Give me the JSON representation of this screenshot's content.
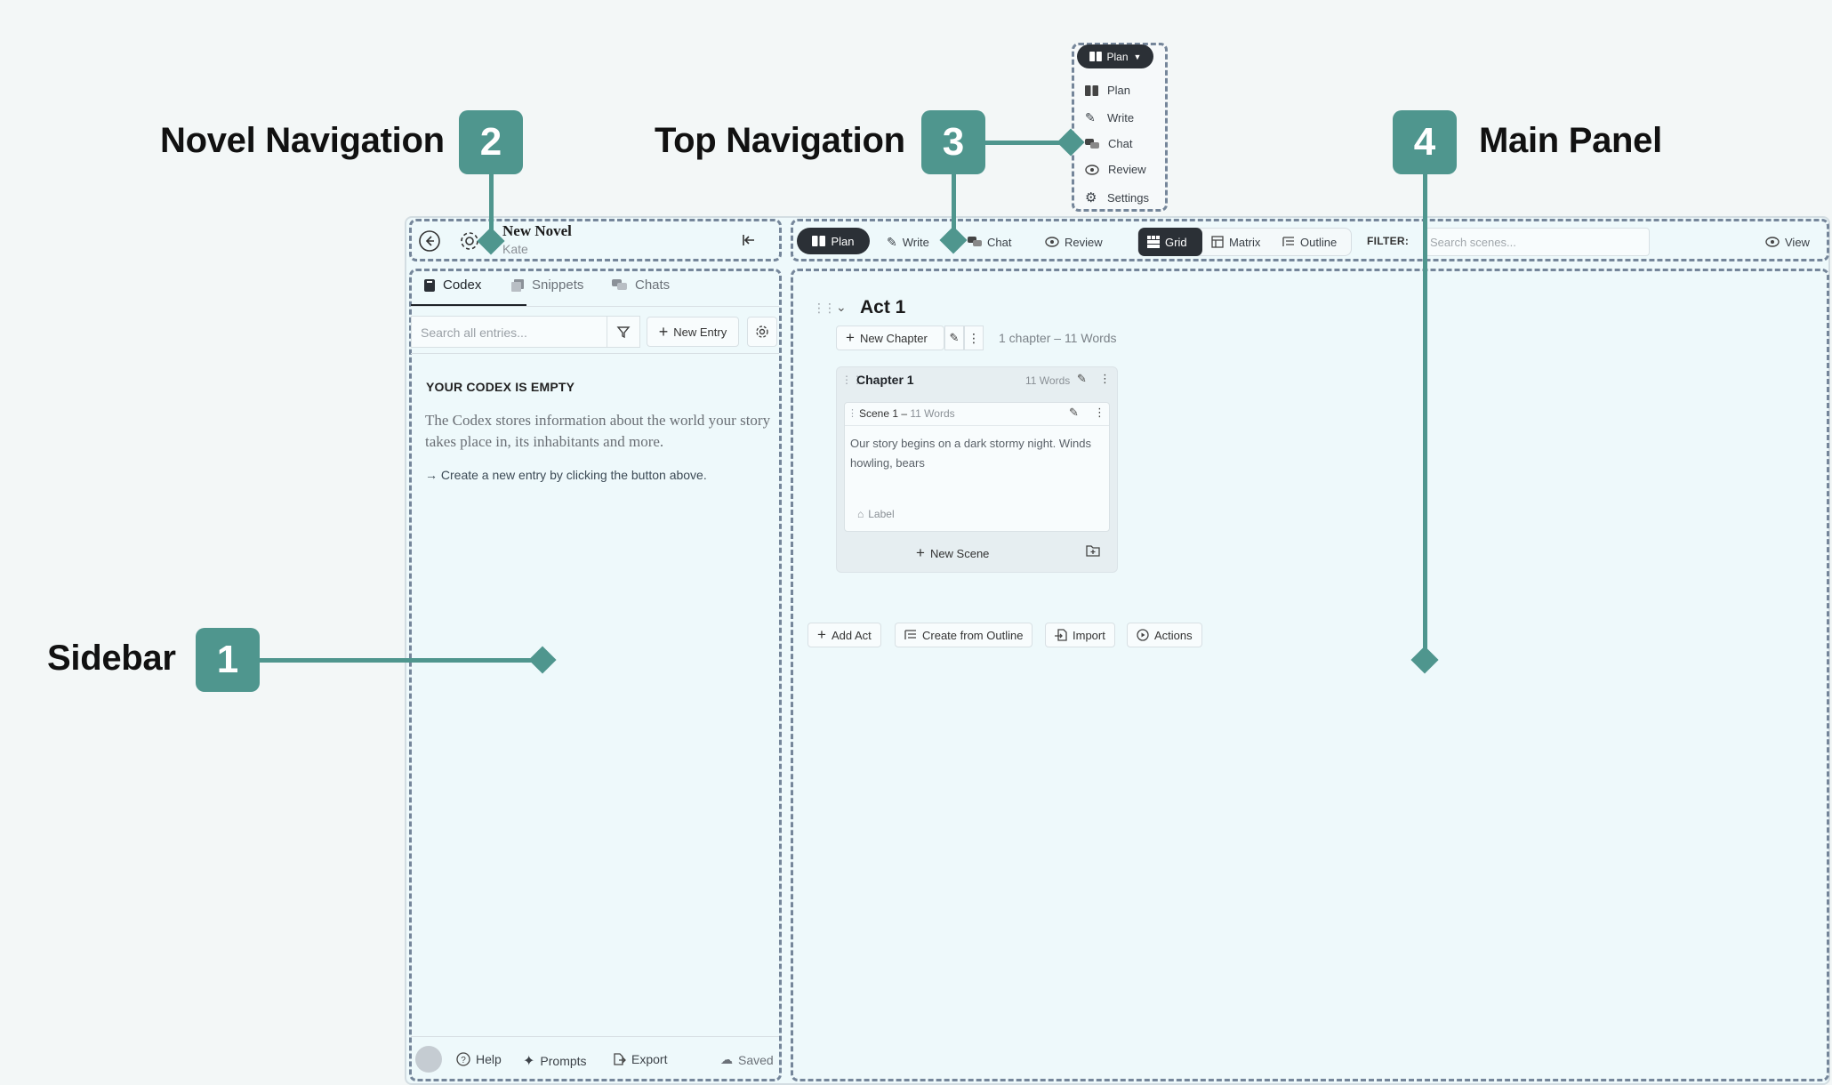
{
  "annotations": {
    "sidebar": {
      "number": "1",
      "title": "Sidebar"
    },
    "novel_navigation": {
      "number": "2",
      "title": "Novel Navigation"
    },
    "top_navigation": {
      "number": "3",
      "title": "Top Navigation"
    },
    "main_panel": {
      "number": "4",
      "title": "Main Panel"
    }
  },
  "novel": {
    "title": "New Novel",
    "author": "Kate"
  },
  "sidebar": {
    "tabs": [
      {
        "label": "Codex"
      },
      {
        "label": "Snippets"
      },
      {
        "label": "Chats"
      }
    ],
    "search_placeholder": "Search all entries...",
    "new_entry": "New Entry",
    "empty_heading": "YOUR CODEX IS EMPTY",
    "empty_text": "The Codex stores information about the world your story takes place in, its inhabitants and more.",
    "empty_hint": "Create a new entry by clicking the button above.",
    "footer": {
      "help": "Help",
      "prompts": "Prompts",
      "export": "Export",
      "status": "Saved"
    }
  },
  "topnav": {
    "modes": [
      {
        "label": "Plan"
      },
      {
        "label": "Write"
      },
      {
        "label": "Chat"
      },
      {
        "label": "Review"
      }
    ],
    "views": [
      {
        "label": "Grid"
      },
      {
        "label": "Matrix"
      },
      {
        "label": "Outline"
      }
    ],
    "filter_label": "FILTER:",
    "filter_placeholder": "Search scenes...",
    "view_button": "View"
  },
  "mode_menu": {
    "button": "Plan",
    "items": [
      {
        "label": "Plan"
      },
      {
        "label": "Write"
      },
      {
        "label": "Chat"
      },
      {
        "label": "Review"
      },
      {
        "label": "Settings"
      }
    ]
  },
  "main": {
    "act_title": "Act 1",
    "new_chapter": "New Chapter",
    "act_meta": "1 chapter  –  11 Words",
    "chapter": {
      "title": "Chapter 1",
      "words": "11 Words",
      "scene": {
        "title": "Scene 1 –",
        "words": "11 Words",
        "text": "Our story begins on a dark stormy night. Winds howling, bears",
        "label": "Label"
      },
      "new_scene": "New Scene"
    },
    "actions": {
      "add_act": "Add Act",
      "create_from_outline": "Create from Outline",
      "import": "Import",
      "actions": "Actions"
    }
  },
  "colors": {
    "accent": "#4f968e",
    "dark": "#2b3036",
    "panel_bg": "#eef9fb"
  }
}
